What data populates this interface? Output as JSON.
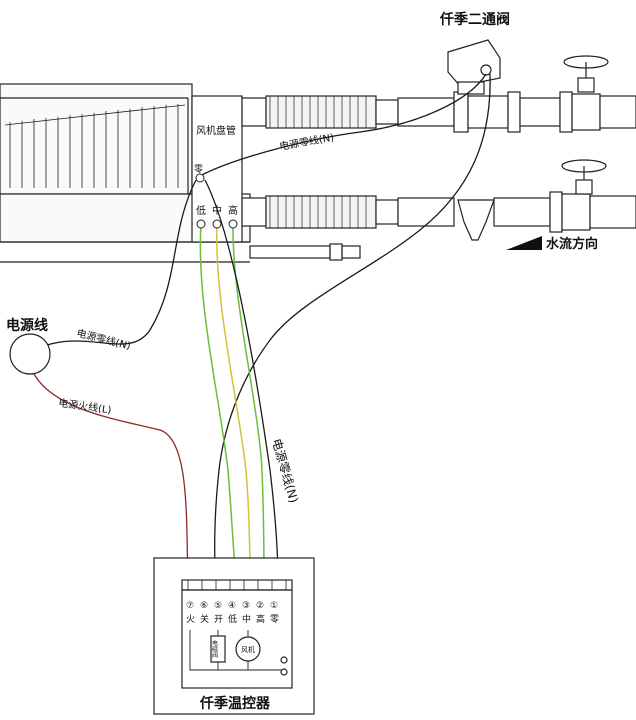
{
  "labels": {
    "valve_title": "仟季二通阀",
    "fan_coil": "风机盘管",
    "neutral_terminal": "零",
    "low": "低",
    "mid": "中",
    "high": "高",
    "power_line": "电源线",
    "power_neutral_top": "电源零线(N)",
    "power_neutral_left": "电源零线(N)",
    "power_live": "电源火线(L)",
    "power_neutral_vertical": "电源零线(N)",
    "water_flow": "水流方向",
    "thermostat": "仟季温控器",
    "fan_symbol": "风机",
    "valve_symbol": "电磁阀"
  },
  "terminals": {
    "numbers": [
      "⑦",
      "⑥",
      "⑤",
      "④",
      "③",
      "②",
      "①"
    ],
    "names": [
      "火",
      "关",
      "开",
      "低",
      "中",
      "高",
      "零"
    ]
  },
  "colors": {
    "line": "#222222",
    "live_wire": "#8a2b25",
    "wire_green": "#6abf3a",
    "wire_yellow": "#d2c23a",
    "wire_black": "#1a1a1a"
  }
}
